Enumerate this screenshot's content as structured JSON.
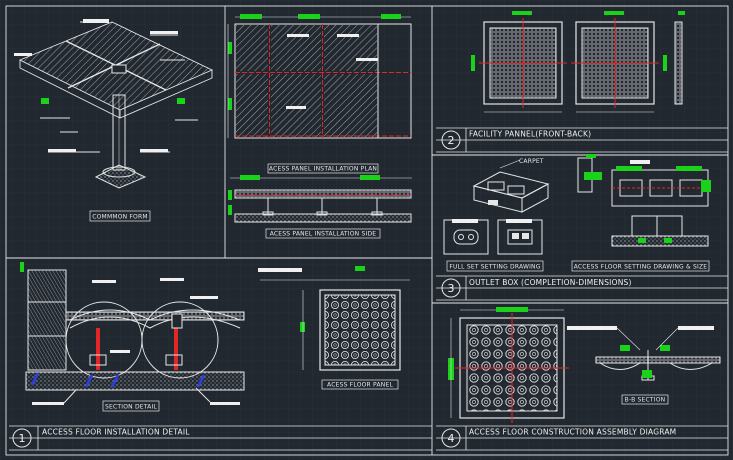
{
  "colors": {
    "background": "#212830",
    "grid": "#2b343e",
    "lines": "#e6e6e6",
    "accent_green": "#19d219",
    "accent_red": "#e22626",
    "accent_blue": "#2c3fd6"
  },
  "drawing_labels": {
    "common_form": "COMMMON FORM",
    "panel_install_plan": "ACESS  PANEL INSTALLATION PLAN",
    "panel_install_side": "ACESS  PANEL INSTALLATION SIDE",
    "section_detail": "SECTION DETAIL",
    "access_floor_panel": "ACESS FLOOR PANEL",
    "full_set_setting": "FULL SET SETTING DRAWING",
    "access_floor_setting": "ACCESS FLOOR SETTING DRAWING & SIZE",
    "carpet": "CARPET",
    "bb_section": "B-B SECTION"
  },
  "title_blocks": [
    {
      "number": "1",
      "title": "ACCESS FLOOR INSTALLATION DETAIL"
    },
    {
      "number": "2",
      "title": "FACILITY PANNEL(FRONT-BACK)"
    },
    {
      "number": "3",
      "title": "OUTLET BOX (COMPLETION-DIMENSIONS)"
    },
    {
      "number": "4",
      "title": "ACCESS FLOOR CONSTRUCTION ASSEMBLY DIAGRAM"
    }
  ]
}
